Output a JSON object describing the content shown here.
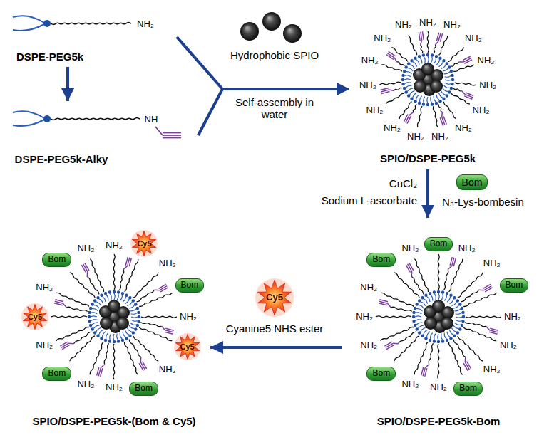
{
  "diagram": {
    "nodes": [
      {
        "text": [
          "DSPE-PEG5k",
          "NH₂"
        ]
      },
      {
        "text": [
          "DSPE-PEG5k-Alky",
          "NH"
        ]
      },
      {
        "text": [
          "SPIO/DSPE-PEG5k",
          "NH₂",
          "NH₂",
          "NH₂",
          "NH₂",
          "NH₂",
          "NH₂",
          "NH₂",
          "NH₂",
          "NH₂",
          "NH₂",
          "NH₂",
          "NH₂",
          "NH₂",
          "NH₂",
          "NH₂"
        ]
      },
      {
        "text": [
          "SPIO/DSPE-PEG5k-Bom",
          "Bom",
          "NH₂",
          "NH₂",
          "Bom",
          "NH₂",
          "NH₂",
          "NH₂",
          "Bom",
          "NH₂",
          "NH₂",
          "Bom",
          "NH₂",
          "NH₂",
          "NH₂",
          "Bom",
          "NH₂"
        ]
      },
      {
        "text": [
          "SPIO/DSPE-PEG5k-(Bom & Cy5)",
          "NH₂",
          "Cy5",
          "NH₂",
          "Bom",
          "NH₂",
          "Cy5",
          "NH₂",
          "Bom",
          "NH₂",
          "NH₂",
          "Bom",
          "NH₂",
          "Cy5",
          "NH₂",
          "Bom",
          "NH₂"
        ]
      }
    ],
    "edges": [
      {
        "from": 0,
        "to": 1,
        "arrow": "to"
      },
      {
        "from": 0,
        "to": 2,
        "arrow": "to"
      },
      {
        "from": 1,
        "to": 2,
        "arrow": "to"
      },
      {
        "from": 2,
        "to": 3,
        "arrow": "to"
      },
      {
        "from": 3,
        "to": 4,
        "arrow": "to"
      }
    ],
    "labels": [
      "Hydrophobic SPIO",
      "Self-assembly in water",
      "CuCl₂",
      "Sodium L-ascorbate",
      "Bom",
      "N₃-Lys-bombesin",
      "Cy5",
      "Cyanine5 NHS ester"
    ]
  }
}
